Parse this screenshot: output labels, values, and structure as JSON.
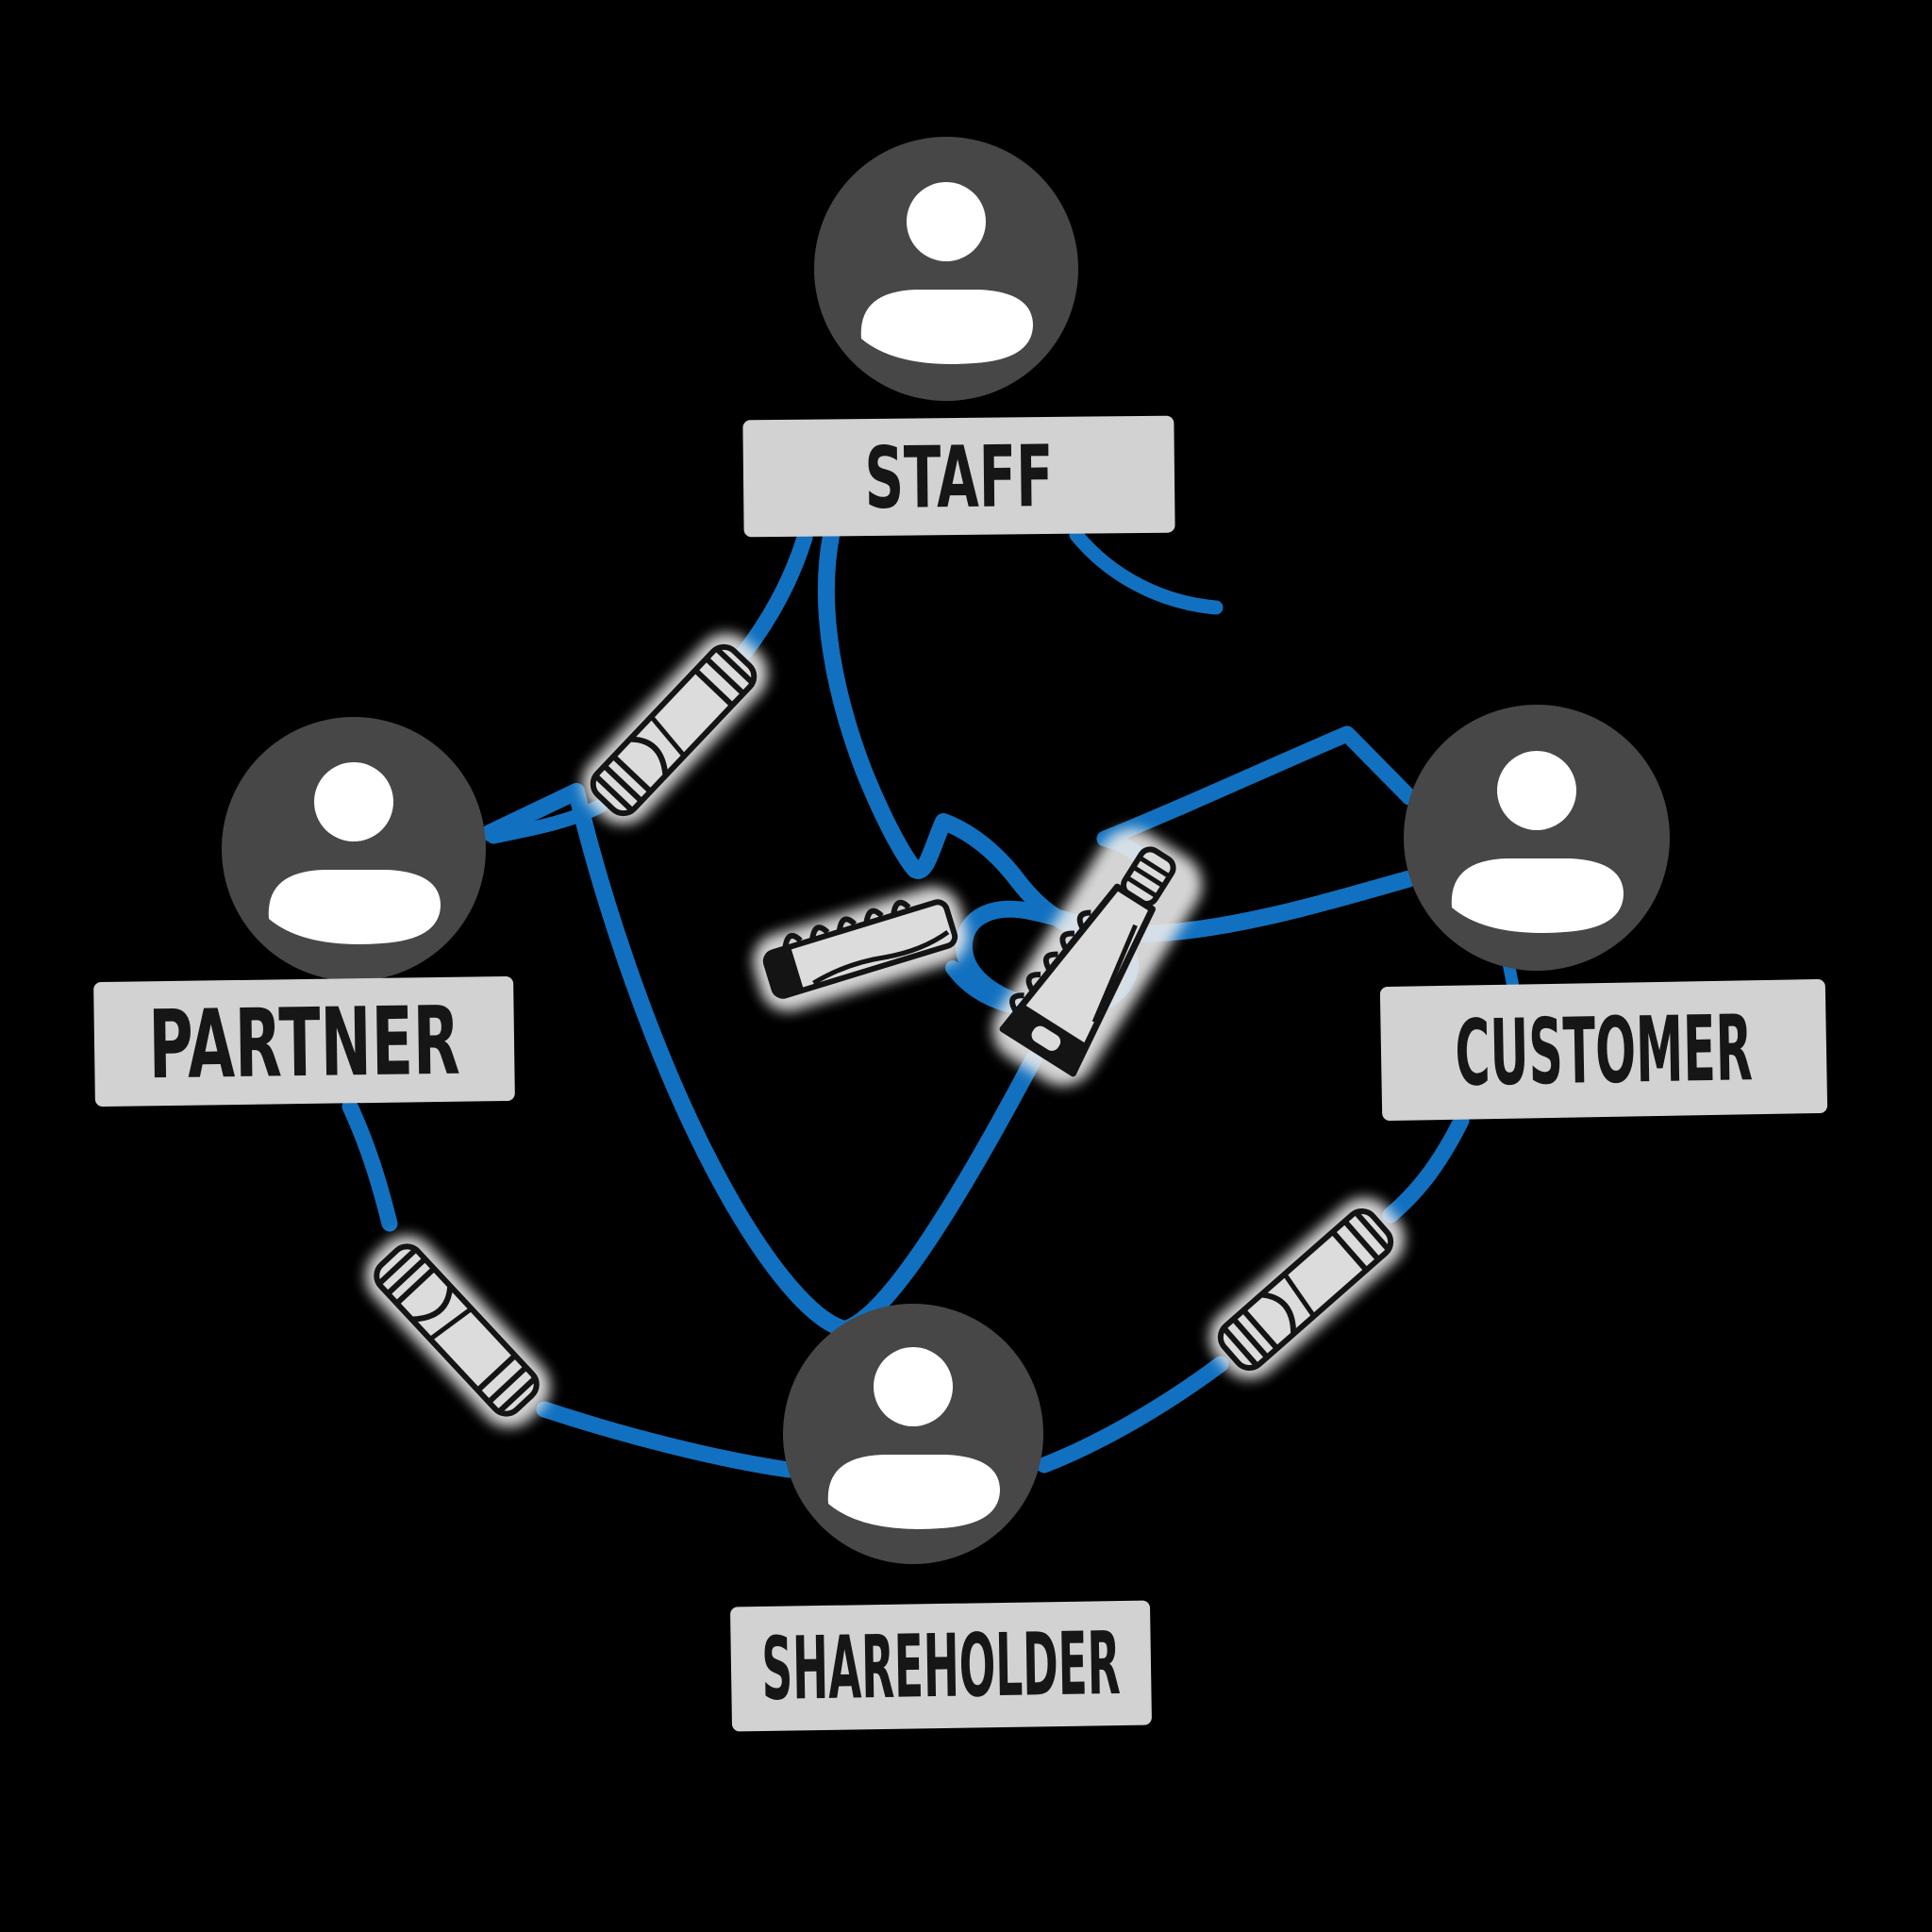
{
  "diagram_title": "Stakeholder cable network diagram",
  "nodes": {
    "staff": {
      "label": "STAFF"
    },
    "partner": {
      "label": "PARTNER"
    },
    "customer": {
      "label": "CUSTOMER"
    },
    "shareholder": {
      "label": "SHAREHOLDER"
    }
  },
  "connections": [
    "staff-partner via unplugged cable connector",
    "partner-shareholder via unplugged cable connector",
    "customer-shareholder via unplugged cable connector",
    "staff-center loop cable to customer",
    "customer zigzag cable to large center connector",
    "staff dangling cable end"
  ],
  "icons": {
    "avatar": "person-icon",
    "small_plug": "cable-connector-icon",
    "large_plug": "large-cable-connector-icon",
    "comb": "comb-connector-icon"
  },
  "colors": {
    "background": "#000000",
    "cable": "#1171c0",
    "avatar_circle": "#474747",
    "avatar_person": "#ffffff",
    "label_background": "#d2d2d2",
    "label_text": "#161616",
    "connector_fill": "#dcdcdc",
    "connector_outline": "#141414",
    "connector_halo": "#ececec"
  }
}
